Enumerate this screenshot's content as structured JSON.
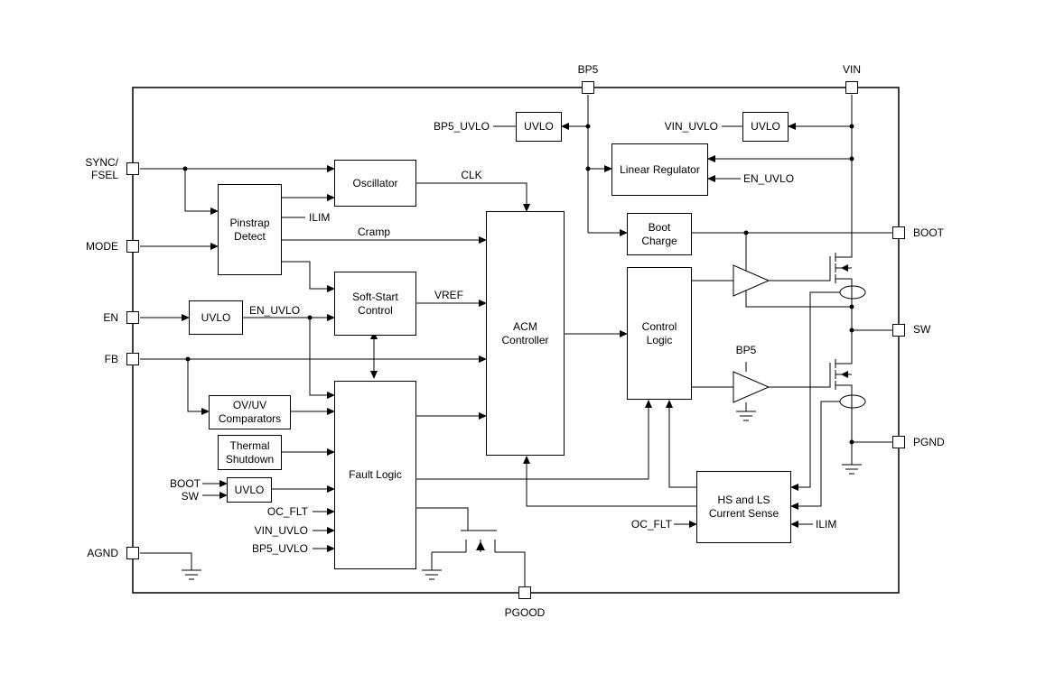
{
  "pins": {
    "sync_fsel": "SYNC/\nFSEL",
    "mode": "MODE",
    "en": "EN",
    "fb": "FB",
    "agnd": "AGND",
    "bp5": "BP5",
    "vin": "VIN",
    "boot": "BOOT",
    "sw": "SW",
    "pgnd": "PGND",
    "pgood": "PGOOD"
  },
  "blocks": {
    "oscillator": "Oscillator",
    "pinstrap": "Pinstrap\nDetect",
    "softstart": "Soft-Start\nControl",
    "acm": "ACM\nController",
    "uvlo_en": "UVLO",
    "ovuv": "OV/UV\nComparators",
    "thermal": "Thermal\nShutdown",
    "uvlo_boot": "UVLO",
    "fault": "Fault Logic",
    "uvlo_bp5": "UVLO",
    "uvlo_vin": "UVLO",
    "linreg": "Linear Regulator",
    "bootcharge": "Boot\nCharge",
    "control": "Control\nLogic",
    "currentsense": "HS and LS\nCurrent Sense"
  },
  "signals": {
    "clk": "CLK",
    "ilim_pinstrap": "ILIM",
    "cramp": "Cramp",
    "vref": "VREF",
    "en_uvlo_out": "EN_UVLO",
    "bp5_uvlo_out": "BP5_UVLO",
    "vin_uvlo_out": "VIN_UVLO",
    "en_uvlo_in": "EN_UVLO",
    "boot_in": "BOOT",
    "sw_in": "SW",
    "oc_flt_in": "OC_FLT",
    "vin_uvlo_in": "VIN_UVLO",
    "bp5_uvlo_in": "BP5_UVLO",
    "bp5_driver": "BP5",
    "oc_flt_out": "OC_FLT",
    "ilim_cs": "ILIM"
  }
}
